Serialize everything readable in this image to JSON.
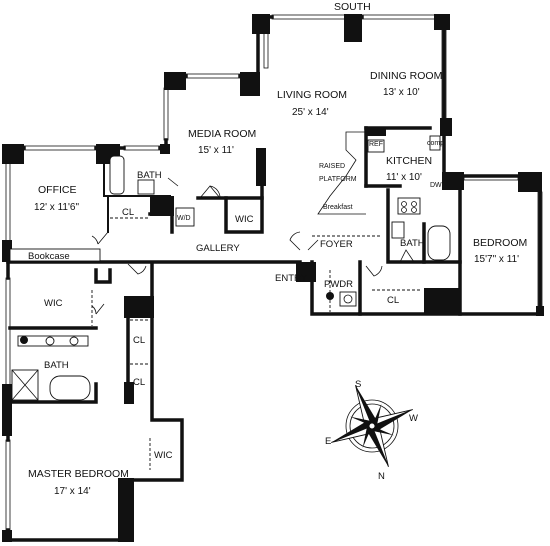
{
  "compass_label": "SOUTH",
  "rooms": {
    "living": {
      "name": "LIVING ROOM",
      "dims": "25' x 14'"
    },
    "dining": {
      "name": "DINING ROOM",
      "dims": "13' x 10'"
    },
    "media": {
      "name": "MEDIA ROOM",
      "dims": "15' x 11'"
    },
    "office": {
      "name": "OFFICE",
      "dims": "12' x 11'6\""
    },
    "kitchen": {
      "name": "KITCHEN",
      "dims": "11' x 10'"
    },
    "bedroom": {
      "name": "BEDROOM",
      "dims": "15'7\" x 11'"
    },
    "master": {
      "name": "MASTER BEDROOM",
      "dims": "17' x 14'"
    }
  },
  "labels": {
    "bath_media": "BATH",
    "bath_bedroom": "BATH",
    "bath_master": "BATH",
    "cl_office": "CL",
    "cl_bedroom": "CL",
    "cl_hall_1": "CL",
    "cl_hall_2": "CL",
    "wd": "W/D",
    "wic_media": "WIC",
    "wic_hall": "WIC",
    "wic_master": "WIC",
    "bookcase": "Bookcase",
    "gallery": "GALLERY",
    "foyer": "FOYER",
    "entry": "ENTRY",
    "pwdr": "PWDR",
    "ref": "REF",
    "comp": "comp",
    "dw": "DW",
    "raised_platform_1": "RAISED",
    "raised_platform_2": "PLATFORM",
    "breakfast": "Breakfast"
  },
  "compass_rose": {
    "n": "N",
    "s": "S",
    "e": "E",
    "w": "W"
  }
}
